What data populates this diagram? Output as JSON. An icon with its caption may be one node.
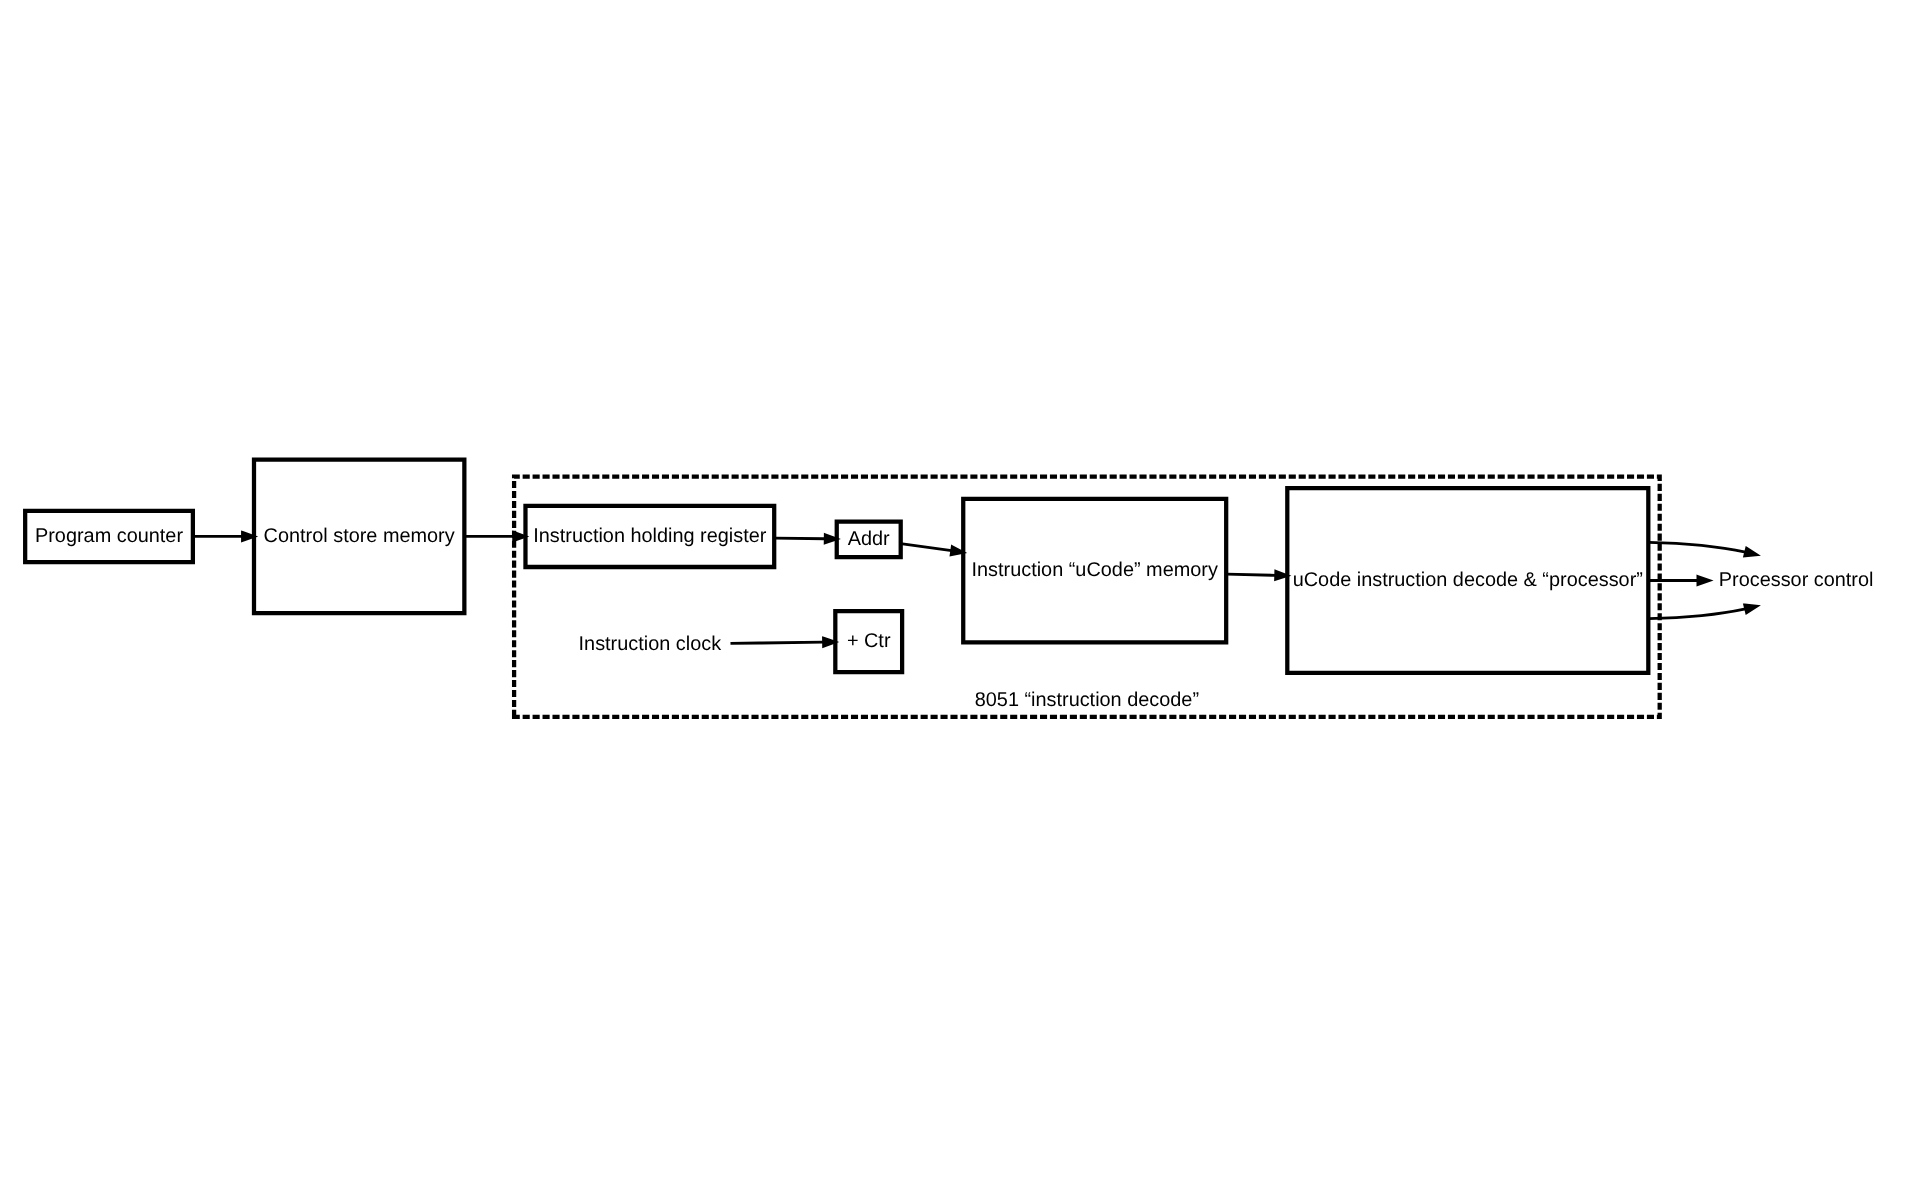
{
  "diagram": {
    "nodes": [
      {
        "text": [
          "Control store memory"
        ]
      },
      {
        "text": [
          "Program counter"
        ]
      },
      {
        "text": [
          "8051 “instruction decode”"
        ]
      },
      {
        "text": [
          "Instruction holding register"
        ],
        "in": 2
      },
      {
        "text": [
          "Addr"
        ],
        "in": 2
      },
      {
        "text": [
          "+ Ctr"
        ],
        "in": 2
      },
      {
        "text": [
          "Instruction clock"
        ],
        "in": 2
      },
      {
        "text": [
          "Instruction “uCode” memory"
        ],
        "in": 2
      },
      {
        "text": [
          "uCode instruction decode & “processor”"
        ],
        "in": 2
      },
      {
        "text": [
          "Processor control"
        ]
      }
    ],
    "edges": [
      {
        "from": 1,
        "to": 0,
        "arrow": "to"
      },
      {
        "from": 0,
        "to": 3,
        "arrow": "to"
      },
      {
        "from": 3,
        "to": 4,
        "arrow": "to"
      },
      {
        "from": 6,
        "to": 5,
        "arrow": "to"
      },
      {
        "from": 4,
        "to": 7,
        "arrow": "to"
      },
      {
        "from": 7,
        "to": 8,
        "arrow": "to"
      },
      {
        "from": 8,
        "to": 9,
        "arrow": "to"
      },
      {
        "from": 8,
        "to": 9,
        "arrow": "to"
      },
      {
        "from": 8,
        "to": 9,
        "arrow": "to"
      }
    ]
  }
}
